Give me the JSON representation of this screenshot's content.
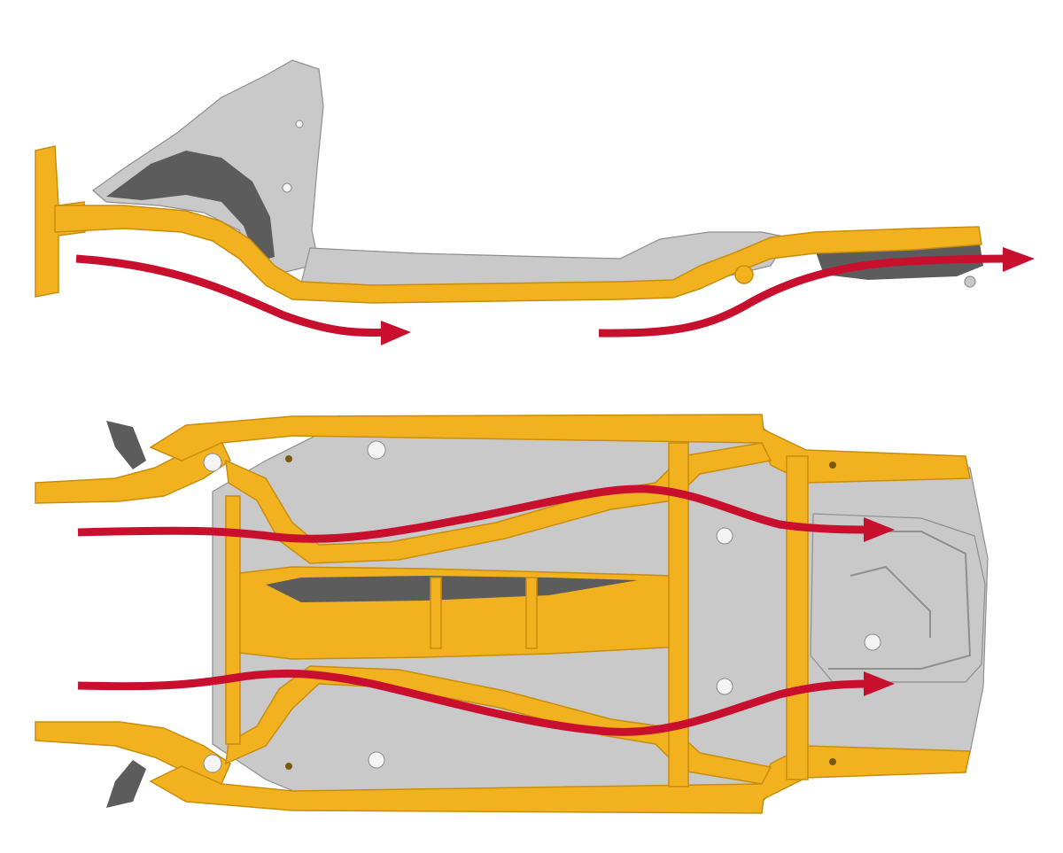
{
  "figure": {
    "views": [
      {
        "id": "side-view",
        "arrows": 2
      },
      {
        "id": "underbody-view",
        "arrows": 2
      }
    ],
    "colors": {
      "frame": "#f2b21f",
      "frame_dark": "#c98d0c",
      "panel": "#c9c9c9",
      "panel_dark": "#8f8f8f",
      "panel_shadow": "#5c5c5c",
      "arrow": "#c8102e"
    },
    "icons": [
      "load-path-arrow"
    ]
  }
}
